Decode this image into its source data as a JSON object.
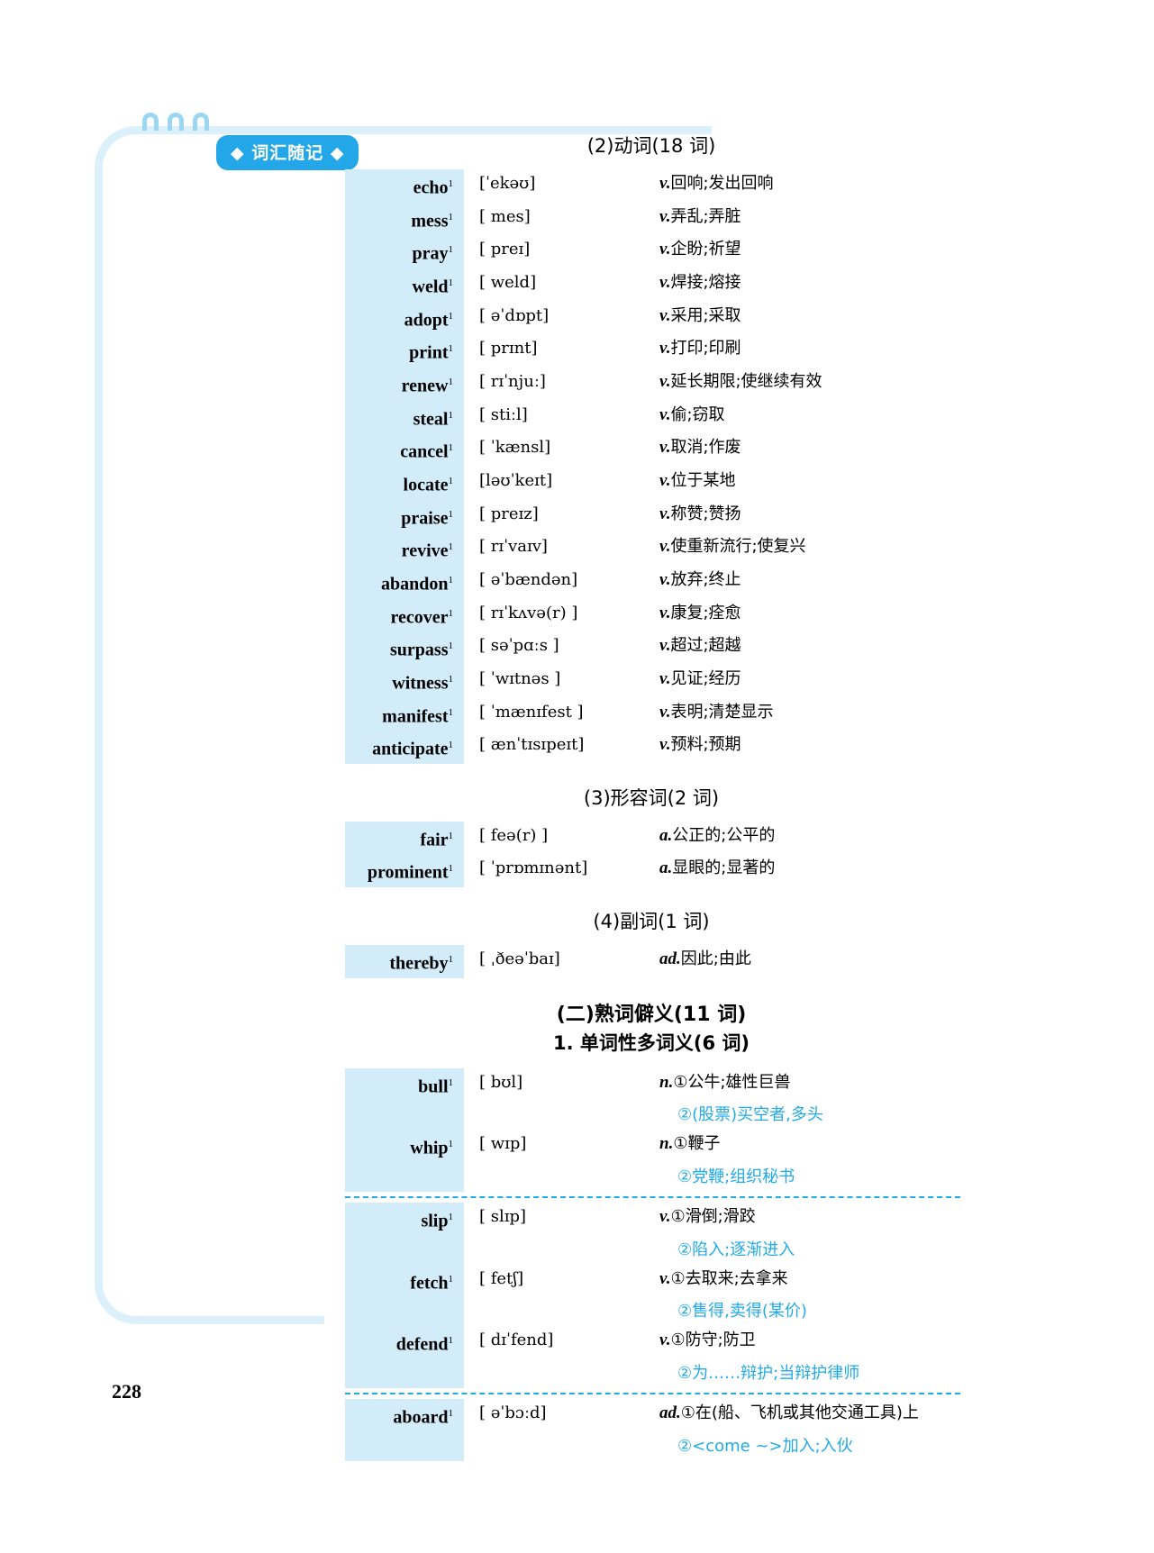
{
  "frame": {
    "tab_label": "◆ 词汇随记 ◆",
    "page_number": "228",
    "accent_blue": "#22aae8",
    "tab_bg": "#23a7e8",
    "cell_bg": "#d3ecf9",
    "frame_border": "#dcf0fb"
  },
  "sections": [
    {
      "title": "(2)动词(18 词)",
      "entries": [
        {
          "word": "echo",
          "sup": "1",
          "phonetic": "[ˈekəʊ]",
          "pos": "v.",
          "def": "回响;发出回响"
        },
        {
          "word": "mess",
          "sup": "1",
          "phonetic": "[ mes]",
          "pos": "v.",
          "def": "弄乱;弄脏"
        },
        {
          "word": "pray",
          "sup": "1",
          "phonetic": "[ preɪ]",
          "pos": "v.",
          "def": "企盼;祈望"
        },
        {
          "word": "weld",
          "sup": "1",
          "phonetic": "[ weld]",
          "pos": "v.",
          "def": "焊接;熔接"
        },
        {
          "word": "adopt",
          "sup": "1",
          "phonetic": "[ əˈdɒpt]",
          "pos": "v.",
          "def": "采用;采取"
        },
        {
          "word": "print",
          "sup": "1",
          "phonetic": "[ prɪnt]",
          "pos": "v.",
          "def": "打印;印刷"
        },
        {
          "word": "renew",
          "sup": "1",
          "phonetic": "[ rɪˈnjuː]",
          "pos": "v.",
          "def": "延长期限;使继续有效"
        },
        {
          "word": "steal",
          "sup": "1",
          "phonetic": "[ stiːl]",
          "pos": "v.",
          "def": "偷;窃取"
        },
        {
          "word": "cancel",
          "sup": "1",
          "phonetic": "[ ˈkænsl]",
          "pos": "v.",
          "def": "取消;作废"
        },
        {
          "word": "locate",
          "sup": "1",
          "phonetic": "[ləʊˈkeɪt]",
          "pos": "v.",
          "def": "位于某地"
        },
        {
          "word": "praise",
          "sup": "1",
          "phonetic": "[ preɪz]",
          "pos": "v.",
          "def": "称赞;赞扬"
        },
        {
          "word": "revive",
          "sup": "1",
          "phonetic": "[ rɪˈvaɪv]",
          "pos": "v.",
          "def": "使重新流行;使复兴"
        },
        {
          "word": "abandon",
          "sup": "1",
          "phonetic": "[ əˈbændən]",
          "pos": "v.",
          "def": "放弃;终止"
        },
        {
          "word": "recover",
          "sup": "1",
          "phonetic": "[ rɪˈkʌvə(r) ]",
          "pos": "v.",
          "def": "康复;痊愈"
        },
        {
          "word": "surpass",
          "sup": "1",
          "phonetic": "[ səˈpɑːs ]",
          "pos": "v.",
          "def": "超过;超越"
        },
        {
          "word": "witness",
          "sup": "1",
          "phonetic": "[ ˈwɪtnəs ]",
          "pos": "v.",
          "def": "见证;经历"
        },
        {
          "word": "manifest",
          "sup": "1",
          "phonetic": "[ ˈmænɪfest ]",
          "pos": "v.",
          "def": "表明;清楚显示"
        },
        {
          "word": "anticipate",
          "sup": "1",
          "phonetic": "[ ænˈtɪsɪpeɪt]",
          "pos": "v.",
          "def": "预料;预期"
        }
      ]
    },
    {
      "title": "(3)形容词(2 词)",
      "entries": [
        {
          "word": "fair",
          "sup": "1",
          "phonetic": "[ feə(r) ]",
          "pos": "a.",
          "def": "公正的;公平的"
        },
        {
          "word": "prominent",
          "sup": "1",
          "phonetic": "[ ˈprɒmɪnənt]",
          "pos": "a.",
          "def": "显眼的;显著的"
        }
      ]
    },
    {
      "title": "(4)副词(1 词)",
      "entries": [
        {
          "word": "thereby",
          "sup": "1",
          "phonetic": "[ ˌðeəˈbaɪ]",
          "pos": "ad.",
          "def": "因此;由此"
        }
      ]
    }
  ],
  "part_two": {
    "title": "(二)熟词僻义(11 词)",
    "subtitle": "1. 单词性多词义(6 词)",
    "groups": [
      {
        "entries": [
          {
            "word": "bull",
            "sup": "1",
            "phonetic": "[ bʊl]",
            "pos": "n.",
            "sense1": "①公牛;雄性巨兽",
            "sense2": "②(股票)买空者,多头"
          },
          {
            "word": "whip",
            "sup": "1",
            "phonetic": "[ wɪp]",
            "pos": "n.",
            "sense1": "①鞭子",
            "sense2": "②党鞭;组织秘书"
          }
        ]
      },
      {
        "entries": [
          {
            "word": "slip",
            "sup": "1",
            "phonetic": "[ slɪp]",
            "pos": "v.",
            "sense1": "①滑倒;滑跤",
            "sense2": "②陷入;逐渐进入"
          },
          {
            "word": "fetch",
            "sup": "1",
            "phonetic": "[ fetʃ]",
            "pos": "v.",
            "sense1": "①去取来;去拿来",
            "sense2": "②售得,卖得(某价)"
          },
          {
            "word": "defend",
            "sup": "1",
            "phonetic": "[ dɪˈfend]",
            "pos": "v.",
            "sense1": "①防守;防卫",
            "sense2": "②为……辩护;当辩护律师"
          }
        ]
      },
      {
        "entries": [
          {
            "word": "aboard",
            "sup": "1",
            "phonetic": "[ əˈbɔːd]",
            "pos": "ad.",
            "sense1": "①在(船、飞机或其他交通工具)上",
            "sense2": "②<come ~>加入;入伙"
          }
        ]
      }
    ]
  }
}
